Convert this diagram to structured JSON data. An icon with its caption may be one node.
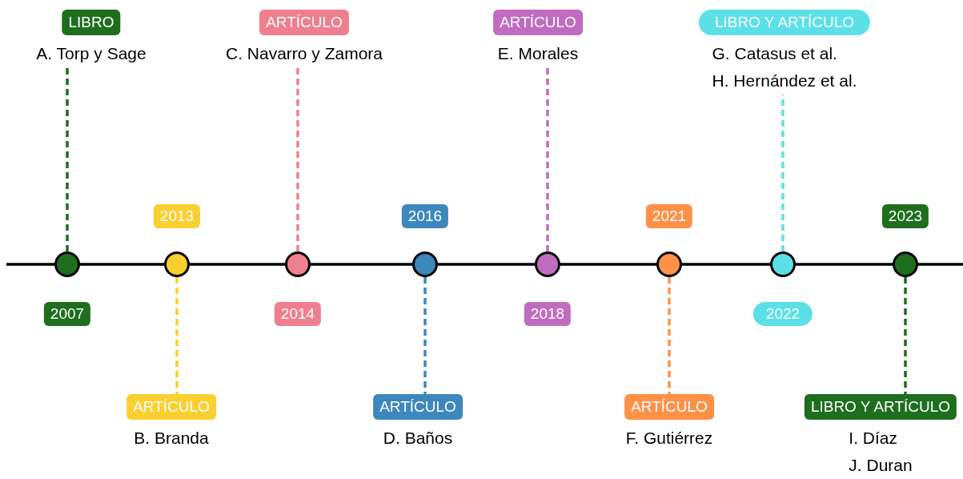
{
  "diagram": {
    "nodes": [
      {
        "text": [],
        "shape": "circle"
      },
      {
        "text": [
          "2007"
        ]
      },
      {
        "text": [
          "LIBRO"
        ],
        "beside": [
          "A. Torp y Sage"
        ]
      },
      {
        "text": [],
        "shape": "circle"
      },
      {
        "text": [
          "2013"
        ]
      },
      {
        "text": [
          "ARTÍCULO"
        ],
        "beside": [
          "B. Branda"
        ]
      },
      {
        "text": [],
        "shape": "circle"
      },
      {
        "text": [
          "2014"
        ]
      },
      {
        "text": [
          "ARTÍCULO"
        ],
        "beside": [
          "C. Navarro y Zamora"
        ]
      },
      {
        "text": [],
        "shape": "circle"
      },
      {
        "text": [
          "2016"
        ]
      },
      {
        "text": [
          "ARTÍCULO"
        ],
        "beside": [
          "D. Baños"
        ]
      },
      {
        "text": [],
        "shape": "circle"
      },
      {
        "text": [
          "2018"
        ]
      },
      {
        "text": [
          "ARTÍCULO"
        ],
        "beside": [
          "E. Morales"
        ]
      },
      {
        "text": [],
        "shape": "circle"
      },
      {
        "text": [
          "2021"
        ]
      },
      {
        "text": [
          "ARTÍCULO"
        ],
        "beside": [
          "F. Gutiérrez"
        ]
      },
      {
        "text": [],
        "shape": "circle"
      },
      {
        "text": [
          "2022"
        ]
      },
      {
        "text": [
          "LIBRO Y ARTÍCULO"
        ],
        "beside": [
          "G. Catasus et al.",
          "H. Hernández et al."
        ]
      },
      {
        "text": [],
        "shape": "circle"
      },
      {
        "text": [
          "2023"
        ]
      },
      {
        "text": [
          "LIBRO Y ARTÍCULO"
        ],
        "beside": [
          "I. Díaz",
          "J. Duran"
        ]
      }
    ],
    "edges": [
      {
        "from": 0,
        "to": 2,
        "arrow": "none",
        "style": "dashed",
        "color": "#1e6e1e"
      },
      {
        "from": 3,
        "to": 5,
        "arrow": "none",
        "style": "dashed",
        "color": "#f9d030"
      },
      {
        "from": 6,
        "to": 8,
        "arrow": "none",
        "style": "dashed",
        "color": "#ef7f8f"
      },
      {
        "from": 9,
        "to": 11,
        "arrow": "none",
        "style": "dashed",
        "color": "#3d87bd"
      },
      {
        "from": 12,
        "to": 14,
        "arrow": "none",
        "style": "dashed",
        "color": "#c06cc0"
      },
      {
        "from": 15,
        "to": 17,
        "arrow": "none",
        "style": "dashed",
        "color": "#ff9147"
      },
      {
        "from": 18,
        "to": 20,
        "arrow": "none",
        "style": "dashed",
        "color": "#5ce0e8"
      },
      {
        "from": 21,
        "to": 23,
        "arrow": "none",
        "style": "dashed",
        "color": "#1e6e1e"
      }
    ]
  }
}
